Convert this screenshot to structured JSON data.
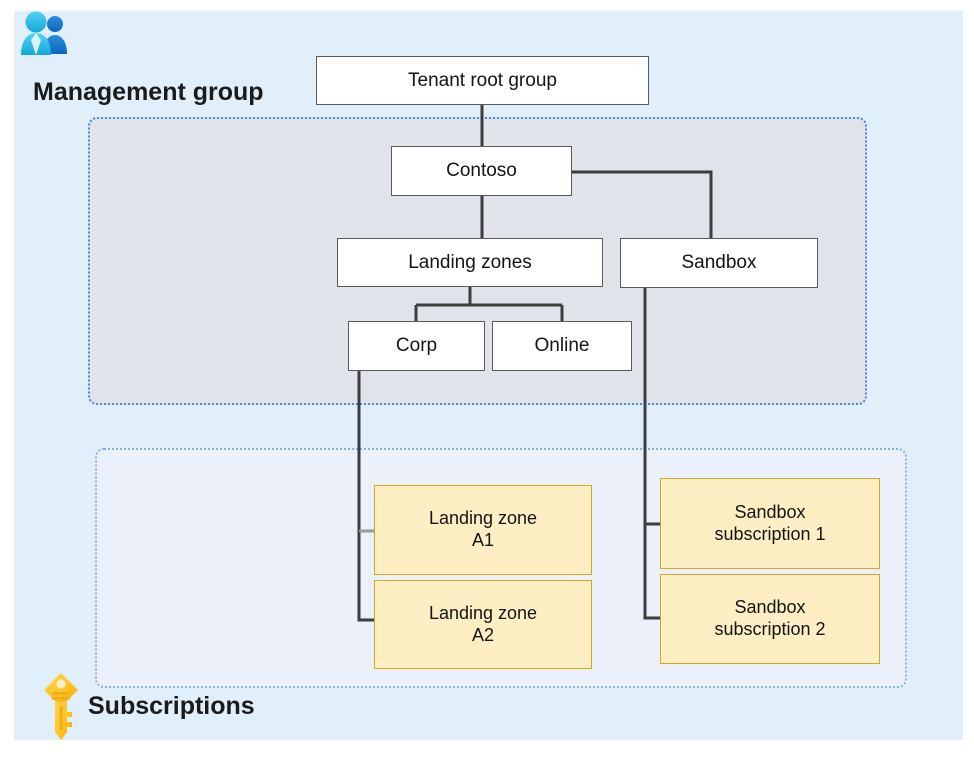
{
  "sections": {
    "management_group": {
      "label": "Management group",
      "icon": "people-icon"
    },
    "subscriptions": {
      "label": "Subscriptions",
      "icon": "key-icon"
    }
  },
  "nodes": {
    "tenant_root": "Tenant root group",
    "contoso": "Contoso",
    "landing_zones": "Landing zones",
    "sandbox": "Sandbox",
    "corp": "Corp",
    "online": "Online",
    "landing_zone_a1_line1": "Landing zone",
    "landing_zone_a1_line2": "A1",
    "landing_zone_a2_line1": "Landing zone",
    "landing_zone_a2_line2": "A2",
    "sandbox_sub1_line1": "Sandbox",
    "sandbox_sub1_line2": "subscription 1",
    "sandbox_sub2_line1": "Sandbox",
    "sandbox_sub2_line2": "subscription 2"
  },
  "colors": {
    "page_background": "#e1effb",
    "management_group_fill": "#e0e3e9",
    "management_group_border": "#4a86d8",
    "subscriptions_fill": "#ebf0fa",
    "subscriptions_border": "#7fb3f0",
    "mg_node_fill": "#ffffff",
    "mg_node_border": "#5a5a5a",
    "sub_node_fill": "#fdeec4",
    "sub_node_border": "#d6a81c",
    "connector": "#3d3d3d",
    "key_icon": "#ffc31f",
    "people_icon_front": "#31c0ee",
    "people_icon_back": "#1878d4"
  }
}
